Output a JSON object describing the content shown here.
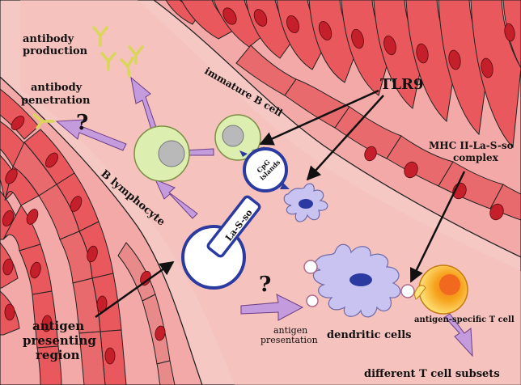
{
  "labels": {
    "antibody_production_line1": "antibody",
    "antibody_production_line2": "production",
    "antibody_penetration_line1": "antibody",
    "antibody_penetration_line2": "penetration",
    "question_mark_top": "?",
    "question_mark_bottom": "?",
    "immature_b_cell": "immature B cell",
    "tlr9": "TLR9",
    "mhc_line1": "MHC II-La-S-so",
    "mhc_line2": "complex",
    "b_lymphocyte": "B lymphocyte",
    "cpg_line1": "CpG",
    "cpg_line2": "islands",
    "la_s_so": "La-S-so",
    "antigen_presentation_line1": "antigen",
    "antigen_presentation_line2": "presentation",
    "dendritic_cells": "dendritic cells",
    "antigen_specific_t_cell": "antigen-specific T cell",
    "different_t_cell_subsets": "different T cell subsets",
    "antigen_presenting_region_line1": "antigen",
    "antigen_presenting_region_line2": "presenting",
    "antigen_presenting_region_line3": "region"
  },
  "colors": {
    "vessel_lumen": "#f6c8c4",
    "vessel_wall_cells": "#e8585c",
    "cell_nucleus": "#c41f2a",
    "b_cell_body": "#dcefb0",
    "b_cell_nucleus": "#b9b9b9",
    "la_s_so_blue": "#2b3aa0",
    "purple_arrow": "#c49bdc",
    "dendritic_cell": "#c9c3f2",
    "t_cell_orange": "#f7a21c",
    "t_cell_yellow": "#fde47a"
  }
}
